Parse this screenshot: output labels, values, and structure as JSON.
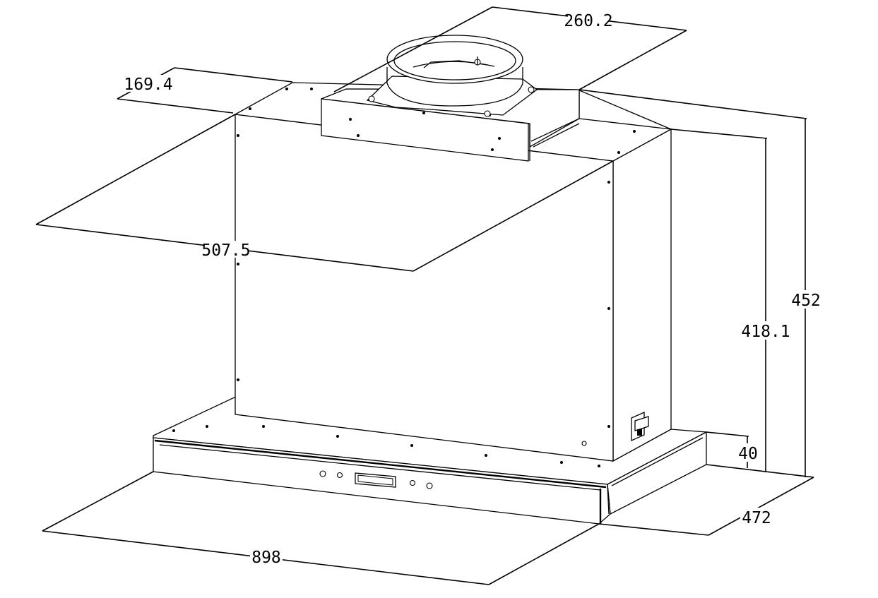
{
  "dimensions": {
    "duct_width": "260.2",
    "duct_depth": "169.4",
    "chimney_width": "507.5",
    "total_height": "452",
    "chimney_height": "418.1",
    "canopy_height": "40",
    "canopy_depth": "472",
    "canopy_width": "898"
  },
  "colors": {
    "line": "#000000",
    "background": "#ffffff"
  }
}
